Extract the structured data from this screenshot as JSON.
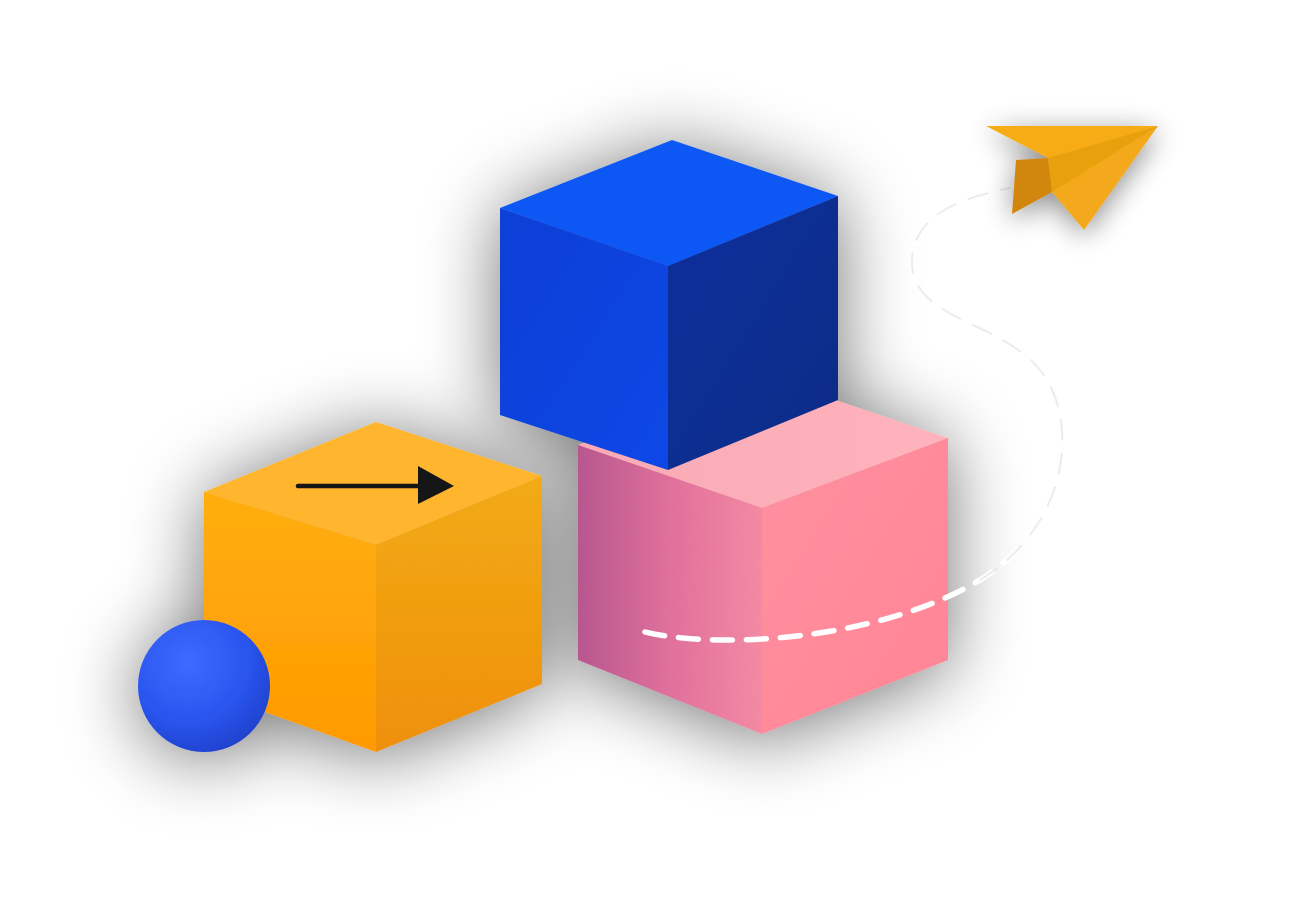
{
  "illustration": {
    "elements": [
      {
        "name": "blue-cube",
        "color": "#0f56f2"
      },
      {
        "name": "pink-cube",
        "color": "#ff8796"
      },
      {
        "name": "orange-cube",
        "color": "#ffad10"
      },
      {
        "name": "blue-sphere",
        "color": "#2b57f0"
      },
      {
        "name": "paper-plane-icon",
        "color": "#f5aa17"
      },
      {
        "name": "arrow-right-icon",
        "color": "#111111"
      },
      {
        "name": "dashed-flight-path",
        "color": "#ffffff"
      }
    ]
  }
}
